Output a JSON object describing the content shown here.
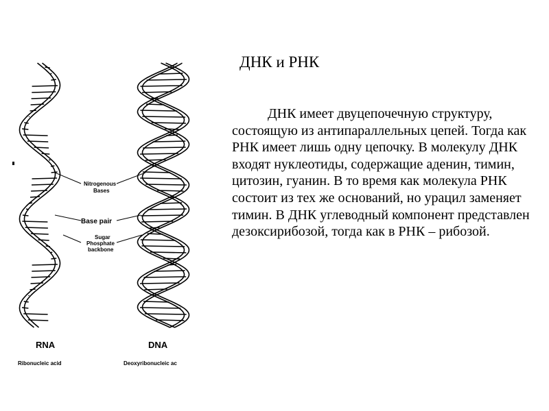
{
  "slide": {
    "title": "ДНК и РНК",
    "paragraph": "ДНК имеет двуцепочечную структуру, состоящую из антипараллельных цепей. Тогда как РНК имеет лишь одну цепочку. В молекулу ДНК входят нуклеотиды, содержащие аденин, тимин, цитозин, гуанин. В то время как молекула РНК состоит из тех же оснований, но урацил заменяет тимин. В ДНК углеводный компонент представлен дезоксирибозой, тогда как в РНК – рибозой."
  },
  "figure": {
    "labels": {
      "nitrogenous_l1": "Nitrogenous",
      "nitrogenous_l2": "Bases",
      "base_pair": "Base pair",
      "sugar_l1": "Sugar",
      "sugar_l2": "Phosphate",
      "sugar_l3": "backbone",
      "rna": "RNA",
      "rna_full": "Ribonucleic acid",
      "dna": "DNA",
      "dna_full": "Deoxyribonucleic ac"
    }
  }
}
